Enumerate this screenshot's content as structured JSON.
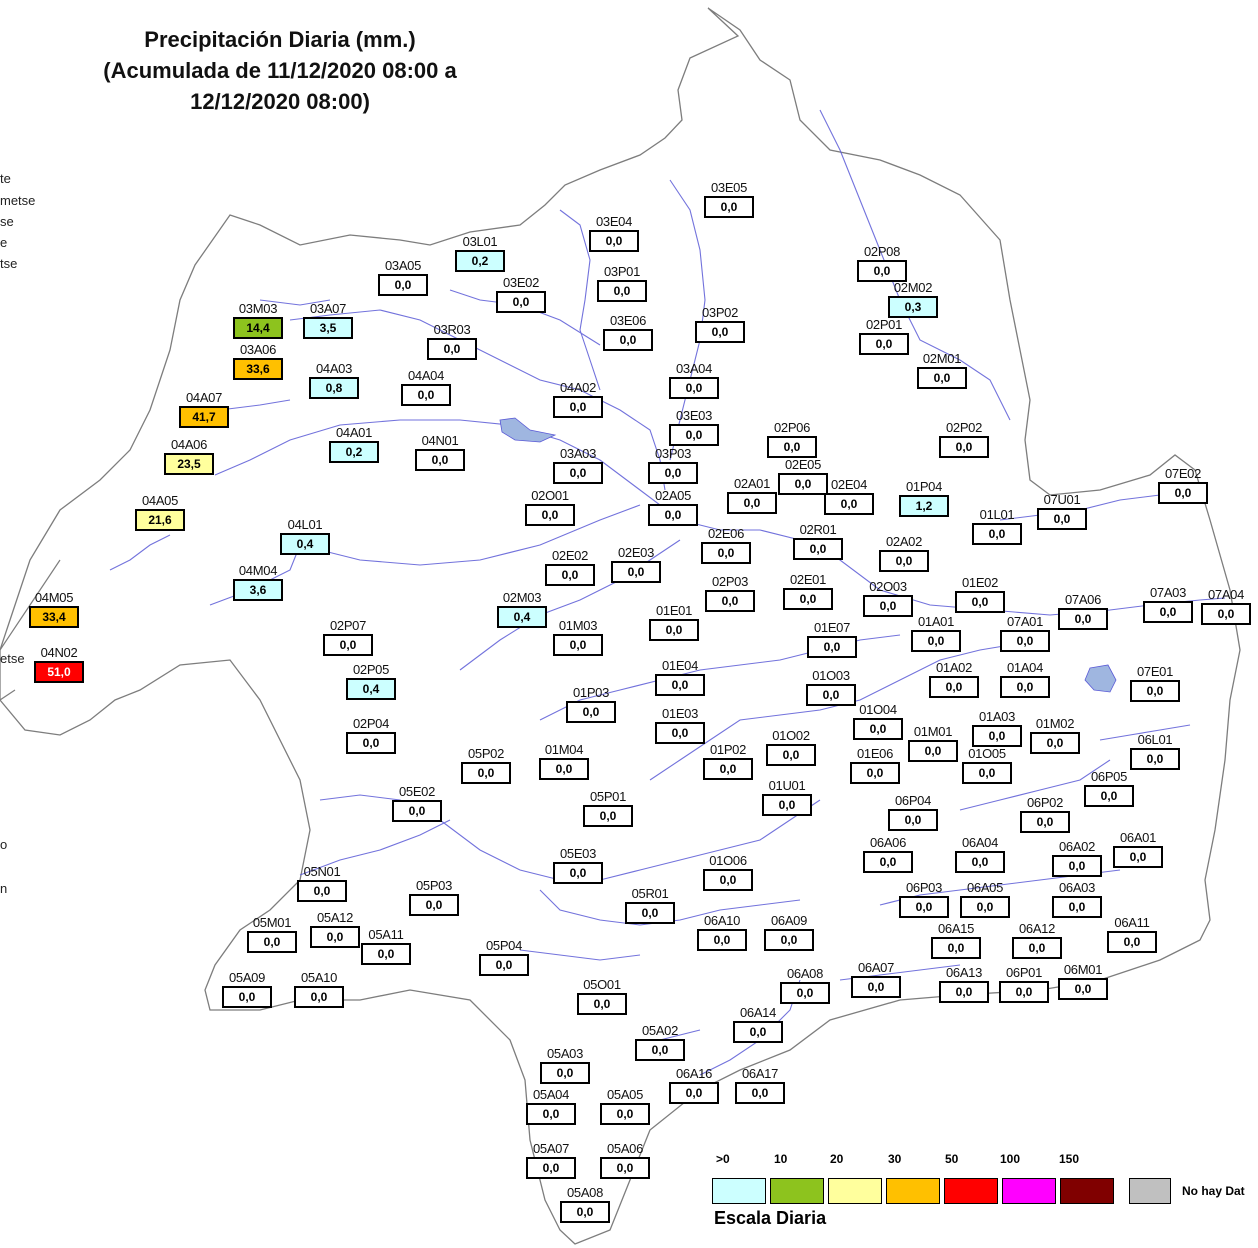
{
  "title": {
    "line1": "Precipitación Diaria (mm.)",
    "line2": "(Acumulada de 11/12/2020 08:00 a",
    "line3": "12/12/2020 08:00)"
  },
  "clipped_text": [
    {
      "id": "c1",
      "text": "te"
    },
    {
      "id": "c2",
      "text": "metse"
    },
    {
      "id": "c3",
      "text": "se"
    },
    {
      "id": "c4",
      "text": "e"
    },
    {
      "id": "c5",
      "text": "tse"
    },
    {
      "id": "c6",
      "text": "etse"
    },
    {
      "id": "c7",
      "text": "o"
    },
    {
      "id": "c8",
      "text": "n"
    }
  ],
  "colors": {
    "border": "#7d7d7d",
    "river": "#5a5ad6",
    "lake": "#9fb6e0",
    "gt0": "#ccffff",
    "gt10": "#8dc31e",
    "gt20": "#ffff9d",
    "gt30": "#ffc000",
    "gt50": "#ff0000",
    "gt100": "#ff00ff",
    "gt150": "#800000",
    "nodata": "#c0c0c0"
  },
  "stations": [
    {
      "code": "03E05",
      "value": "0,0",
      "cls": "none"
    },
    {
      "code": "03E04",
      "value": "0,0",
      "cls": "none"
    },
    {
      "code": "03L01",
      "value": "0,2",
      "cls": "gt0"
    },
    {
      "code": "03E02",
      "value": "0,0",
      "cls": "none"
    },
    {
      "code": "03A05",
      "value": "0,0",
      "cls": "none"
    },
    {
      "code": "03P01",
      "value": "0,0",
      "cls": "none"
    },
    {
      "code": "02P08",
      "value": "0,0",
      "cls": "none"
    },
    {
      "code": "02M02",
      "value": "0,3",
      "cls": "gt0"
    },
    {
      "code": "03M03",
      "value": "14,4",
      "cls": "gt10"
    },
    {
      "code": "03A07",
      "value": "3,5",
      "cls": "gt0"
    },
    {
      "code": "03R03",
      "value": "0,0",
      "cls": "none"
    },
    {
      "code": "03E06",
      "value": "0,0",
      "cls": "none"
    },
    {
      "code": "03P02",
      "value": "0,0",
      "cls": "none"
    },
    {
      "code": "02P01",
      "value": "0,0",
      "cls": "none"
    },
    {
      "code": "03A06",
      "value": "33,6",
      "cls": "gt30"
    },
    {
      "code": "02M01",
      "value": "0,0",
      "cls": "none"
    },
    {
      "code": "04A03",
      "value": "0,8",
      "cls": "gt0"
    },
    {
      "code": "04A04",
      "value": "0,0",
      "cls": "none"
    },
    {
      "code": "03A04",
      "value": "0,0",
      "cls": "none"
    },
    {
      "code": "04A02",
      "value": "0,0",
      "cls": "none"
    },
    {
      "code": "04A07",
      "value": "41,7",
      "cls": "gt30"
    },
    {
      "code": "03E03",
      "value": "0,0",
      "cls": "none"
    },
    {
      "code": "02P06",
      "value": "0,0",
      "cls": "none"
    },
    {
      "code": "02P02",
      "value": "0,0",
      "cls": "none"
    },
    {
      "code": "04A01",
      "value": "0,2",
      "cls": "gt0"
    },
    {
      "code": "04N01",
      "value": "0,0",
      "cls": "none"
    },
    {
      "code": "03A03",
      "value": "0,0",
      "cls": "none"
    },
    {
      "code": "03P03",
      "value": "0,0",
      "cls": "none"
    },
    {
      "code": "04A06",
      "value": "23,5",
      "cls": "gt20"
    },
    {
      "code": "02E05",
      "value": "0,0",
      "cls": "none"
    },
    {
      "code": "07E02",
      "value": "0,0",
      "cls": "none"
    },
    {
      "code": "02A01",
      "value": "0,0",
      "cls": "none"
    },
    {
      "code": "02E04",
      "value": "0,0",
      "cls": "none"
    },
    {
      "code": "01P04",
      "value": "1,2",
      "cls": "gt0"
    },
    {
      "code": "07U01",
      "value": "0,0",
      "cls": "none"
    },
    {
      "code": "02O01",
      "value": "0,0",
      "cls": "none"
    },
    {
      "code": "02A05",
      "value": "0,0",
      "cls": "none"
    },
    {
      "code": "04A05",
      "value": "21,6",
      "cls": "gt20"
    },
    {
      "code": "01L01",
      "value": "0,0",
      "cls": "none"
    },
    {
      "code": "04L01",
      "value": "0,4",
      "cls": "gt0"
    },
    {
      "code": "02R01",
      "value": "0,0",
      "cls": "none"
    },
    {
      "code": "02E06",
      "value": "0,0",
      "cls": "none"
    },
    {
      "code": "02A02",
      "value": "0,0",
      "cls": "none"
    },
    {
      "code": "02E02",
      "value": "0,0",
      "cls": "none"
    },
    {
      "code": "02E03",
      "value": "0,0",
      "cls": "none"
    },
    {
      "code": "04M04",
      "value": "3,6",
      "cls": "gt0"
    },
    {
      "code": "02P03",
      "value": "0,0",
      "cls": "none"
    },
    {
      "code": "02E01",
      "value": "0,0",
      "cls": "none"
    },
    {
      "code": "02O03",
      "value": "0,0",
      "cls": "none"
    },
    {
      "code": "01E02",
      "value": "0,0",
      "cls": "none"
    },
    {
      "code": "07A03",
      "value": "0,0",
      "cls": "none"
    },
    {
      "code": "07A04",
      "value": "0,0",
      "cls": "none"
    },
    {
      "code": "04M05",
      "value": "33,4",
      "cls": "gt30"
    },
    {
      "code": "02M03",
      "value": "0,4",
      "cls": "gt0"
    },
    {
      "code": "07A06",
      "value": "0,0",
      "cls": "none"
    },
    {
      "code": "01E01",
      "value": "0,0",
      "cls": "none"
    },
    {
      "code": "01A01",
      "value": "0,0",
      "cls": "none"
    },
    {
      "code": "07A01",
      "value": "0,0",
      "cls": "none"
    },
    {
      "code": "02P07",
      "value": "0,0",
      "cls": "none"
    },
    {
      "code": "01M03",
      "value": "0,0",
      "cls": "none"
    },
    {
      "code": "01E07",
      "value": "0,0",
      "cls": "none"
    },
    {
      "code": "04N02",
      "value": "51,0",
      "cls": "gt50"
    },
    {
      "code": "02P05",
      "value": "0,4",
      "cls": "gt0"
    },
    {
      "code": "01E04",
      "value": "0,0",
      "cls": "none"
    },
    {
      "code": "01A02",
      "value": "0,0",
      "cls": "none"
    },
    {
      "code": "01A04",
      "value": "0,0",
      "cls": "none"
    },
    {
      "code": "07E01",
      "value": "0,0",
      "cls": "none"
    },
    {
      "code": "01O03",
      "value": "0,0",
      "cls": "none"
    },
    {
      "code": "01P03",
      "value": "0,0",
      "cls": "none"
    },
    {
      "code": "01E03",
      "value": "0,0",
      "cls": "none"
    },
    {
      "code": "01O04",
      "value": "0,0",
      "cls": "none"
    },
    {
      "code": "02P04",
      "value": "0,0",
      "cls": "none"
    },
    {
      "code": "01A03",
      "value": "0,0",
      "cls": "none"
    },
    {
      "code": "01M02",
      "value": "0,0",
      "cls": "none"
    },
    {
      "code": "01M01",
      "value": "0,0",
      "cls": "none"
    },
    {
      "code": "01O02",
      "value": "0,0",
      "cls": "none"
    },
    {
      "code": "06L01",
      "value": "0,0",
      "cls": "none"
    },
    {
      "code": "01M04",
      "value": "0,0",
      "cls": "none"
    },
    {
      "code": "01P02",
      "value": "0,0",
      "cls": "none"
    },
    {
      "code": "05P02",
      "value": "0,0",
      "cls": "none"
    },
    {
      "code": "01O05",
      "value": "0,0",
      "cls": "none"
    },
    {
      "code": "01E06",
      "value": "0,0",
      "cls": "none"
    },
    {
      "code": "06P05",
      "value": "0,0",
      "cls": "none"
    },
    {
      "code": "01U01",
      "value": "0,0",
      "cls": "none"
    },
    {
      "code": "05E02",
      "value": "0,0",
      "cls": "none"
    },
    {
      "code": "05P01",
      "value": "0,0",
      "cls": "none"
    },
    {
      "code": "06P04",
      "value": "0,0",
      "cls": "none"
    },
    {
      "code": "06P02",
      "value": "0,0",
      "cls": "none"
    },
    {
      "code": "06A01",
      "value": "0,0",
      "cls": "none"
    },
    {
      "code": "06A06",
      "value": "0,0",
      "cls": "none"
    },
    {
      "code": "06A04",
      "value": "0,0",
      "cls": "none"
    },
    {
      "code": "06A02",
      "value": "0,0",
      "cls": "none"
    },
    {
      "code": "05E03",
      "value": "0,0",
      "cls": "none"
    },
    {
      "code": "01O06",
      "value": "0,0",
      "cls": "none"
    },
    {
      "code": "05N01",
      "value": "0,0",
      "cls": "none"
    },
    {
      "code": "06P03",
      "value": "0,0",
      "cls": "none"
    },
    {
      "code": "06A05",
      "value": "0,0",
      "cls": "none"
    },
    {
      "code": "06A03",
      "value": "0,0",
      "cls": "none"
    },
    {
      "code": "05P03",
      "value": "0,0",
      "cls": "none"
    },
    {
      "code": "05R01",
      "value": "0,0",
      "cls": "none"
    },
    {
      "code": "05A12",
      "value": "0,0",
      "cls": "none"
    },
    {
      "code": "06A15",
      "value": "0,0",
      "cls": "none"
    },
    {
      "code": "06A12",
      "value": "0,0",
      "cls": "none"
    },
    {
      "code": "06A11",
      "value": "0,0",
      "cls": "none"
    },
    {
      "code": "05M01",
      "value": "0,0",
      "cls": "none"
    },
    {
      "code": "05A11",
      "value": "0,0",
      "cls": "none"
    },
    {
      "code": "06A10",
      "value": "0,0",
      "cls": "none"
    },
    {
      "code": "06A09",
      "value": "0,0",
      "cls": "none"
    },
    {
      "code": "05P04",
      "value": "0,0",
      "cls": "none"
    },
    {
      "code": "06A07",
      "value": "0,0",
      "cls": "none"
    },
    {
      "code": "06A13",
      "value": "0,0",
      "cls": "none"
    },
    {
      "code": "06P01",
      "value": "0,0",
      "cls": "none"
    },
    {
      "code": "06M01",
      "value": "0,0",
      "cls": "none"
    },
    {
      "code": "05A09",
      "value": "0,0",
      "cls": "none"
    },
    {
      "code": "05A10",
      "value": "0,0",
      "cls": "none"
    },
    {
      "code": "06A08",
      "value": "0,0",
      "cls": "none"
    },
    {
      "code": "05O01",
      "value": "0,0",
      "cls": "none"
    },
    {
      "code": "06A14",
      "value": "0,0",
      "cls": "none"
    },
    {
      "code": "05A02",
      "value": "0,0",
      "cls": "none"
    },
    {
      "code": "05A03",
      "value": "0,0",
      "cls": "none"
    },
    {
      "code": "06A16",
      "value": "0,0",
      "cls": "none"
    },
    {
      "code": "06A17",
      "value": "0,0",
      "cls": "none"
    },
    {
      "code": "05A04",
      "value": "0,0",
      "cls": "none"
    },
    {
      "code": "05A05",
      "value": "0,0",
      "cls": "none"
    },
    {
      "code": "05A07",
      "value": "0,0",
      "cls": "none"
    },
    {
      "code": "05A06",
      "value": "0,0",
      "cls": "none"
    },
    {
      "code": "05A08",
      "value": "0,0",
      "cls": "none"
    }
  ],
  "legend": {
    "title": "Escala Diaria",
    "ticks": [
      ">0",
      "10",
      "20",
      "30",
      "50",
      "100",
      "150"
    ],
    "swatches": [
      "#ccffff",
      "#8dc31e",
      "#ffff9d",
      "#ffc000",
      "#ff0000",
      "#ff00ff",
      "#800000"
    ],
    "nodata_label": "No hay Dat",
    "nodata_color": "#c0c0c0"
  }
}
